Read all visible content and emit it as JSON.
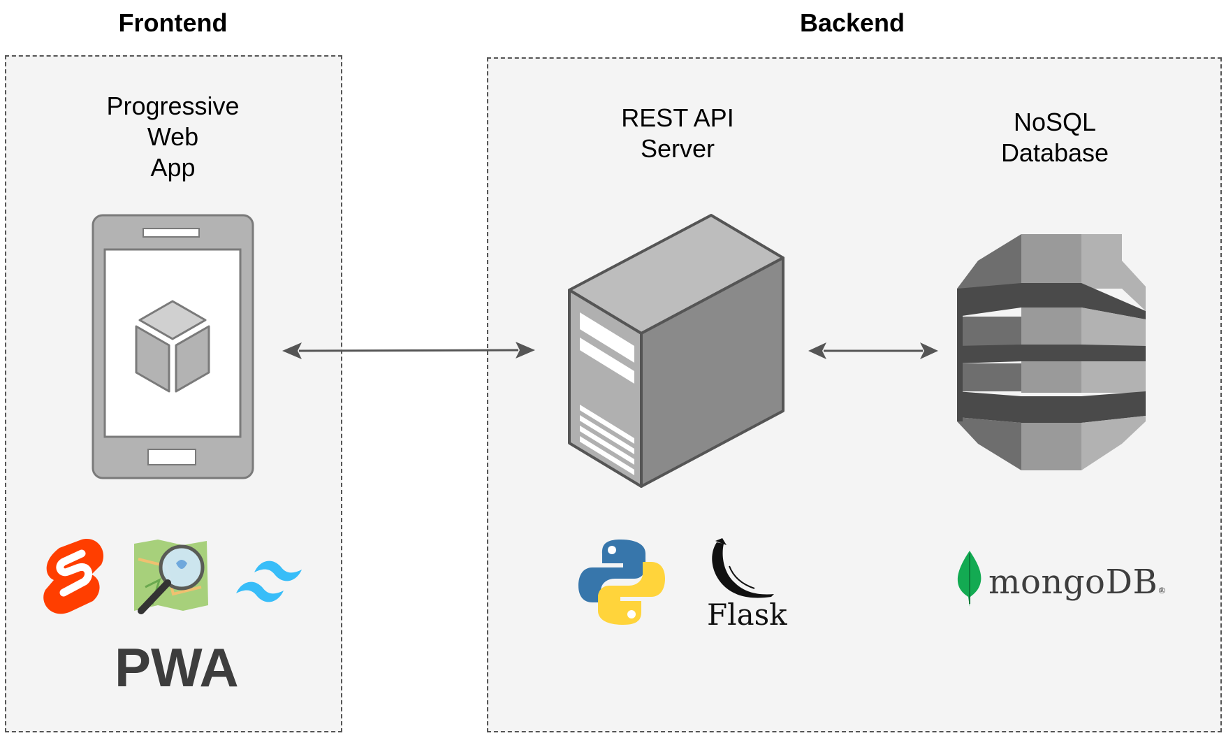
{
  "frontend": {
    "title": "Frontend",
    "component_label": [
      "Progressive",
      "Web",
      "App"
    ]
  },
  "backend": {
    "title": "Backend",
    "server_label": [
      "REST API",
      "Server"
    ],
    "database_label": [
      "NoSQL",
      "Database"
    ]
  },
  "logos": {
    "flask_text": "Flask",
    "mongodb_text": "mongoDB",
    "mongodb_mark": "®",
    "pwa_text": "PWA"
  },
  "colors": {
    "panel_bg": "#f4f4f4",
    "panel_border": "#555555",
    "icon_gray": "#b3b3b3",
    "icon_dark": "#808080",
    "arrow": "#555555",
    "svelte": "#ff3e00",
    "tailwind": "#38bdf8",
    "python_blue": "#3776ab",
    "python_yellow": "#ffd43b",
    "mongo_green": "#13aa52",
    "pwa_purple": "#5a0fc8",
    "pwa_gray": "#3d3d3d"
  }
}
